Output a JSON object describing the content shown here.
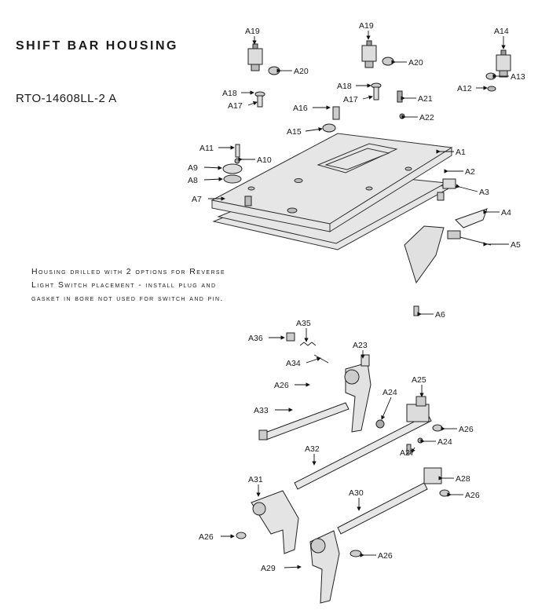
{
  "title": "SHIFT BAR HOUSING",
  "part_number": "RTO-14608LL-2 A",
  "note": {
    "line1": "Housing drilled with 2 options for Reverse",
    "line2": "Light Switch placement - install plug and",
    "line3": "gasket in bore not used for switch and pin."
  },
  "callouts": {
    "A1": "A1",
    "A2": "A2",
    "A3": "A3",
    "A4": "A4",
    "A5": "A5",
    "A6": "A6",
    "A7": "A7",
    "A8": "A8",
    "A9": "A9",
    "A10": "A10",
    "A11": "A11",
    "A12": "A12",
    "A13": "A13",
    "A14": "A14",
    "A15": "A15",
    "A16": "A16",
    "A17a": "A17",
    "A17b": "A17",
    "A18a": "A18",
    "A18b": "A18",
    "A19a": "A19",
    "A19b": "A19",
    "A20a": "A20",
    "A20b": "A20",
    "A21": "A21",
    "A22": "A22",
    "A23": "A23",
    "A24a": "A24",
    "A24b": "A24",
    "A25": "A25",
    "A26a": "A26",
    "A26b": "A26",
    "A26c": "A26",
    "A26d": "A26",
    "A26e": "A26",
    "A27": "A27",
    "A28": "A28",
    "A29": "A29",
    "A30": "A30",
    "A31": "A31",
    "A32": "A32",
    "A33": "A33",
    "A34": "A34",
    "A35": "A35",
    "A36": "A36"
  }
}
